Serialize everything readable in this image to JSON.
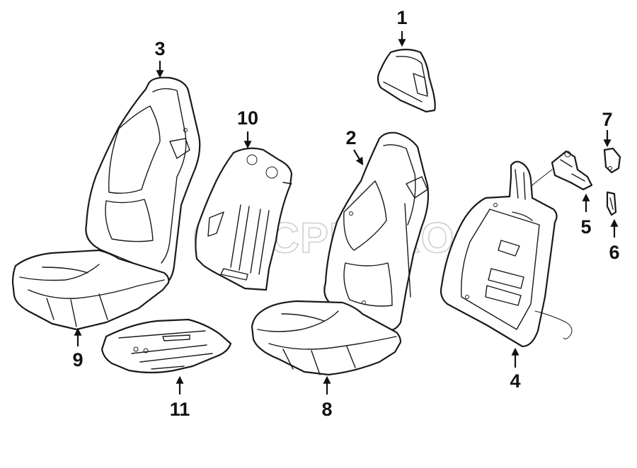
{
  "watermark": {
    "text": "FCPEURO"
  },
  "callouts": [
    {
      "id": "1",
      "label": "1",
      "part": "headrest"
    },
    {
      "id": "2",
      "label": "2",
      "part": "seat-back-cover"
    },
    {
      "id": "3",
      "label": "3",
      "part": "seat-back-cover-left"
    },
    {
      "id": "4",
      "label": "4",
      "part": "seat-back-frame"
    },
    {
      "id": "5",
      "label": "5",
      "part": "wiring-harness"
    },
    {
      "id": "6",
      "label": "6",
      "part": "clip"
    },
    {
      "id": "7",
      "label": "7",
      "part": "bracket"
    },
    {
      "id": "8",
      "label": "8",
      "part": "seat-cushion-cover"
    },
    {
      "id": "9",
      "label": "9",
      "part": "seat-cushion"
    },
    {
      "id": "10",
      "label": "10",
      "part": "seat-back-pad"
    },
    {
      "id": "11",
      "label": "11",
      "part": "cushion-pad"
    }
  ],
  "colors": {
    "line": "#1a1a1a",
    "watermark": "#cfcfcf",
    "background": "#ffffff"
  }
}
